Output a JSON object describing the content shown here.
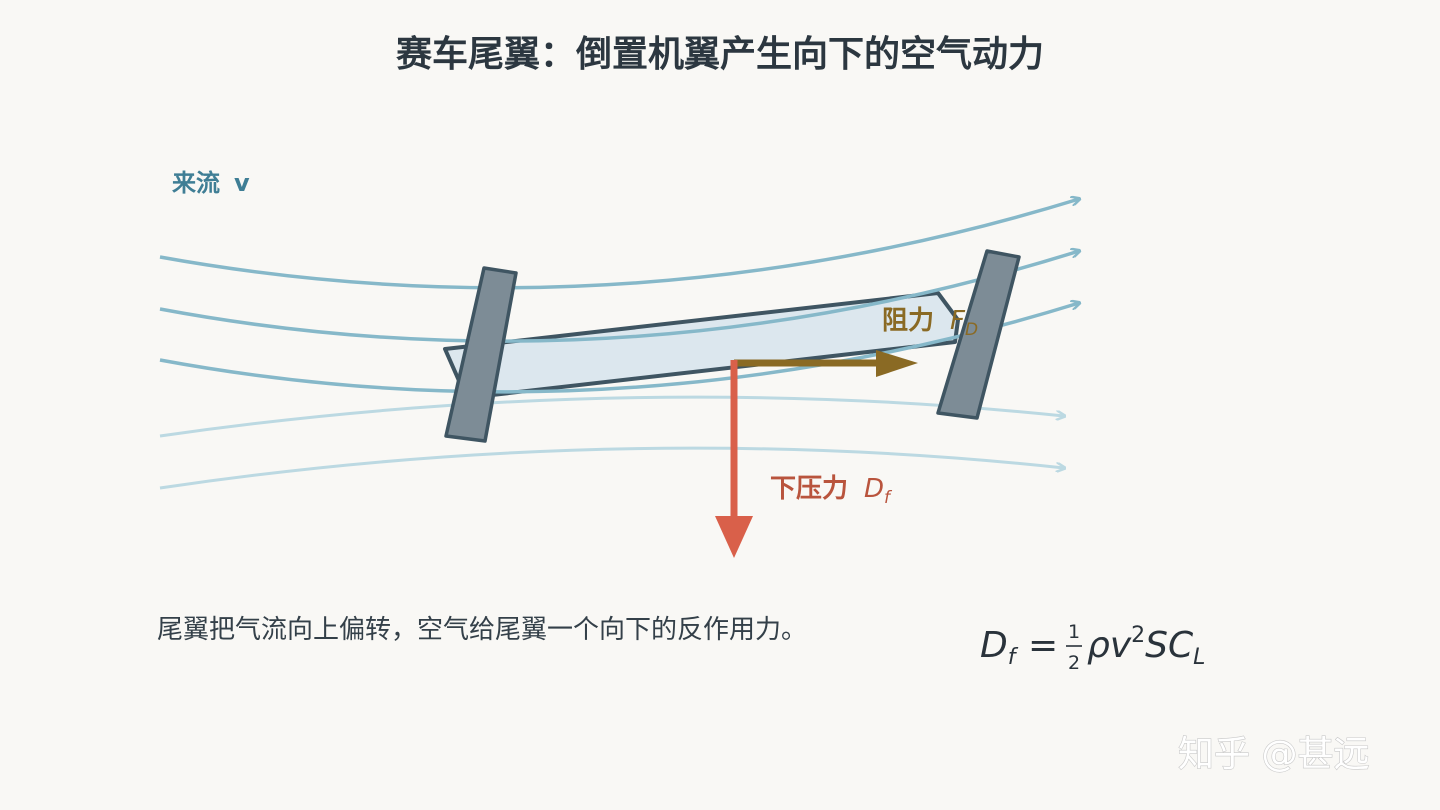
{
  "title": "赛车尾翼：倒置机翼产生向下的空气动力",
  "flow_label": {
    "text": "来流",
    "symbol": "v"
  },
  "drag_label": {
    "text": "阻力",
    "symbol": "F",
    "subscript": "D"
  },
  "downforce_label": {
    "text": "下压力",
    "symbol": "D",
    "subscript": "f"
  },
  "caption": "尾翼把气流向上偏转，空气给尾翼一个向下的反作用力。",
  "formula": {
    "lhs": "D",
    "lhs_sub": "f",
    "equals": "=",
    "frac_num": "1",
    "frac_den": "2",
    "rho": "ρ",
    "v": "v",
    "v_exp": "2",
    "s": "S",
    "c": "C",
    "c_sub": "L"
  },
  "watermark": "知乎 @甚远",
  "colors": {
    "background": "#f9f8f5",
    "streamline_dark": "#86b8c9",
    "streamline_light": "#bcd9e2",
    "wing_fill": "#dce7ee",
    "wing_stroke": "#3f5562",
    "endplate_fill": "#7d8c96",
    "downforce_arrow": "#d9604a",
    "drag_arrow": "#8a6a24"
  }
}
